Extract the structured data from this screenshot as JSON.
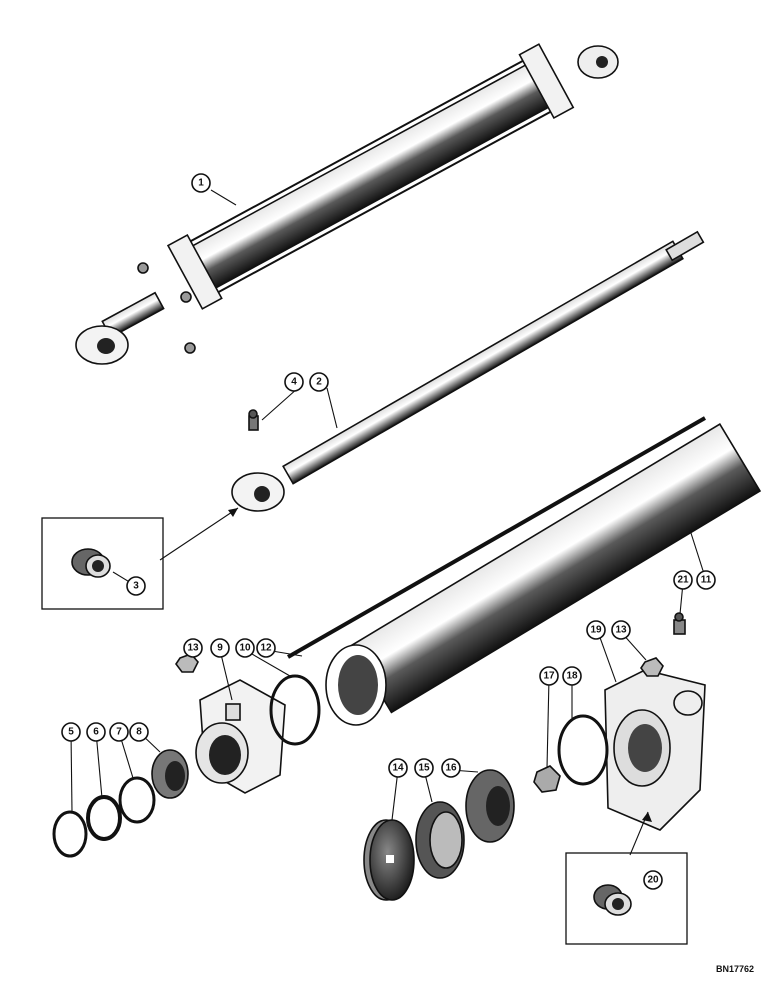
{
  "diagram_code": "BN17762",
  "callouts": [
    {
      "label": "1"
    },
    {
      "label": "2"
    },
    {
      "label": "3"
    },
    {
      "label": "4"
    },
    {
      "label": "5"
    },
    {
      "label": "6"
    },
    {
      "label": "7"
    },
    {
      "label": "8"
    },
    {
      "label": "9"
    },
    {
      "label": "10"
    },
    {
      "label": "11"
    },
    {
      "label": "12"
    },
    {
      "label": "13"
    },
    {
      "label": "13"
    },
    {
      "label": "14"
    },
    {
      "label": "15"
    },
    {
      "label": "16"
    },
    {
      "label": "17"
    },
    {
      "label": "18"
    },
    {
      "label": "19"
    },
    {
      "label": "20"
    },
    {
      "label": "21"
    }
  ],
  "colors": {
    "ink": "#111111",
    "paper": "#ffffff",
    "shade": "#3a3a3a"
  }
}
